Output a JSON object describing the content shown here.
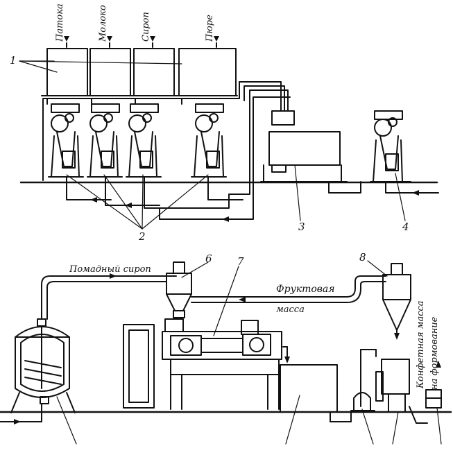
{
  "inputs": {
    "patoka": "Патока",
    "moloko": "Молоко",
    "sirop": "Сироп",
    "pyure": "Пюре"
  },
  "flows": {
    "pomadny_sirop": "Помадный сироп",
    "fruktovaya": "Фруктовая",
    "massa": "масса",
    "konfetnaya_1": "Конфетная масса",
    "konfetnaya_2": "на формование"
  },
  "callouts": {
    "n1": "1",
    "n2": "2",
    "n3": "3",
    "n4": "4",
    "n6": "6",
    "n7": "7",
    "n8": "8"
  }
}
